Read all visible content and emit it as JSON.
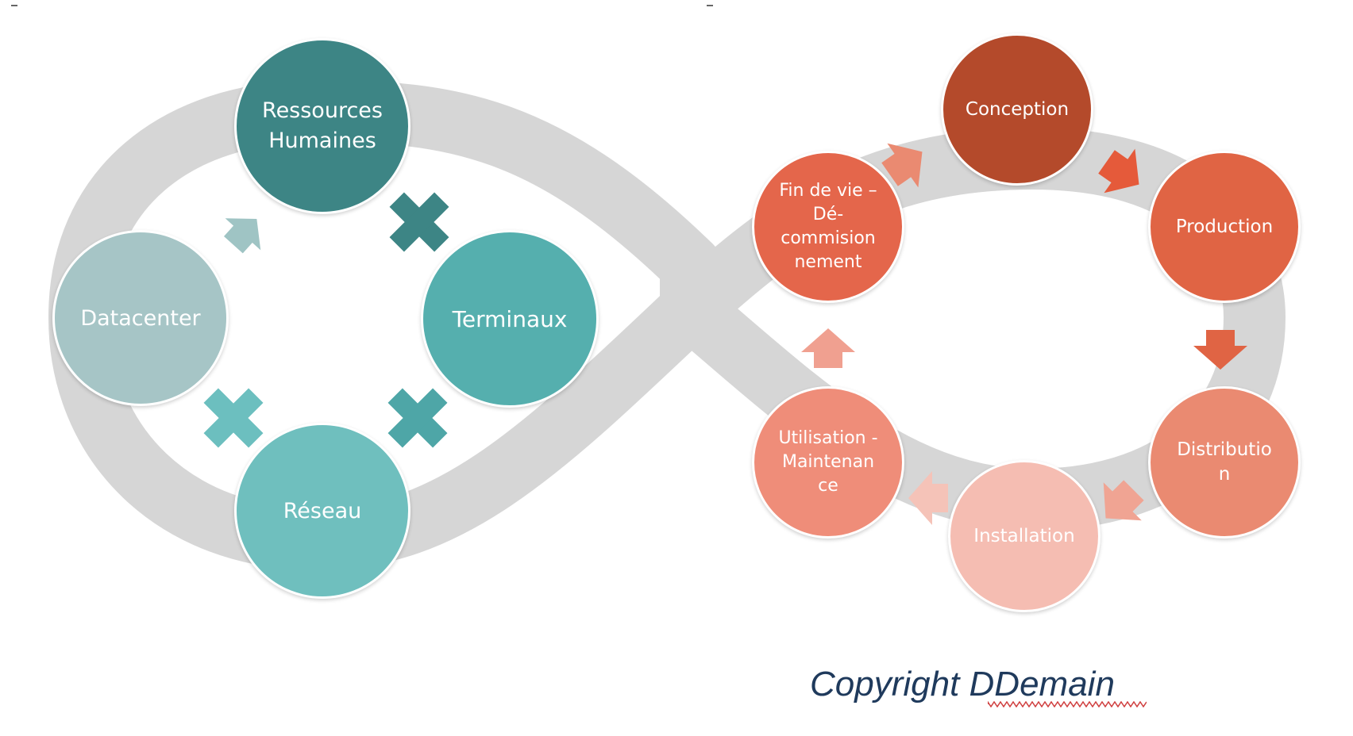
{
  "left_cycle": {
    "nodes": {
      "ressources": {
        "label": "Ressources\nHumaines",
        "color": "#3d8585"
      },
      "terminaux": {
        "label": "Terminaux",
        "color": "#55afae"
      },
      "reseau": {
        "label": "Réseau",
        "color": "#6fbfbe"
      },
      "datacenter": {
        "label": "Datacenter",
        "color": "#a6c5c6"
      }
    },
    "connector_colors": {
      "arrow": "#9fc4c4",
      "cross_top": "#3d8585",
      "cross_right": "#4ea6a7",
      "cross_left": "#6cbfbf"
    }
  },
  "right_cycle": {
    "nodes": {
      "conception": {
        "label": "Conception",
        "color": "#b44a2b"
      },
      "production": {
        "label": "Production",
        "color": "#e06444"
      },
      "distribution": {
        "label": "Distributio\nn",
        "color": "#ea8a71"
      },
      "installation": {
        "label": "Installation",
        "color": "#f5bdb2"
      },
      "utilisation": {
        "label": "Utilisation -\nMaintenan\nce",
        "color": "#ef8d79"
      },
      "fin_de_vie": {
        "label": "Fin de vie –\nDé-\ncommision\nnement",
        "color": "#e4664b"
      }
    },
    "arrow_colors": {
      "a1": "#ea8a71",
      "a2": "#e55a3a",
      "a3": "#e06444",
      "a4": "#f0a493",
      "a5": "#f5c3b8",
      "a6": "#f0a090"
    }
  },
  "band_color": "#d6d6d6",
  "copyright": "Copyright DDemain"
}
